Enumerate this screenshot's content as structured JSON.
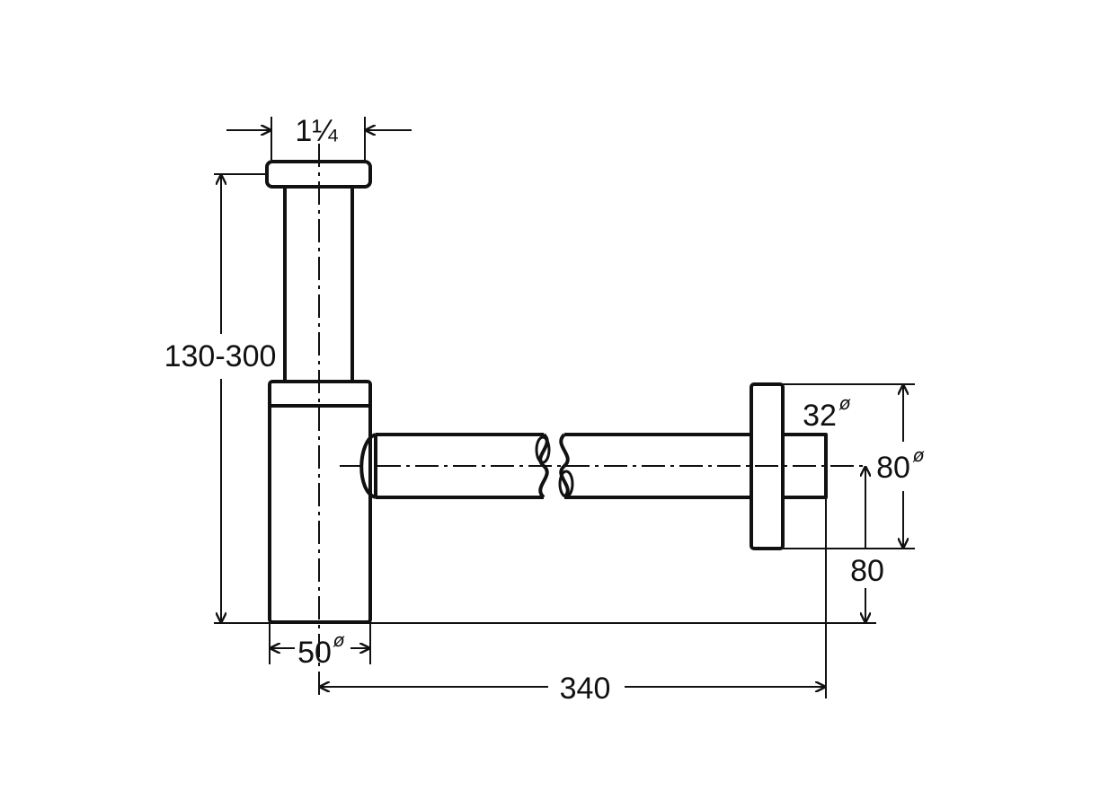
{
  "dimensions": {
    "thread_size": "1¼",
    "height_range": "130-300",
    "body_diameter": "50",
    "horizontal_length": "340",
    "outlet_pipe_diameter": "32",
    "wall_flange_diameter": "80",
    "outlet_height": "80",
    "diameter_symbol": "ø"
  },
  "colors": {
    "line": "#111111",
    "background": "#ffffff"
  }
}
